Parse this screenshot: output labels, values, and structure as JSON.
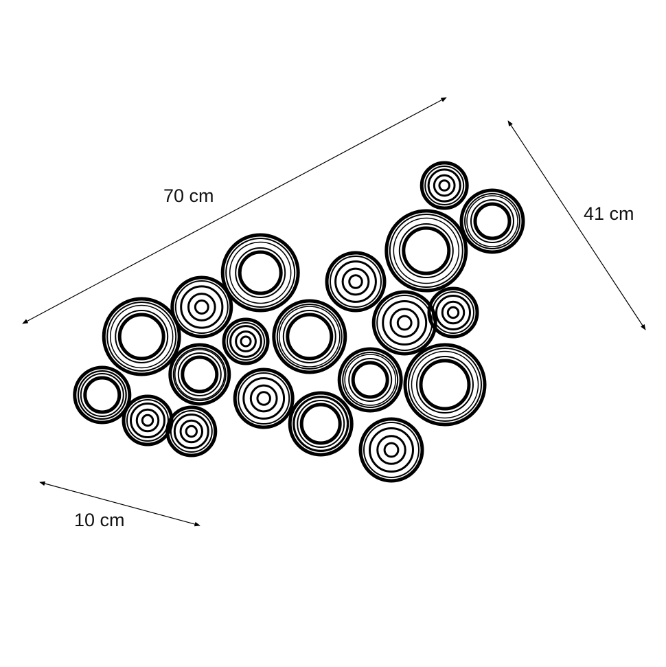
{
  "dimensions": {
    "length_label": "70 cm",
    "height_label": "41 cm",
    "depth_label": "10 cm"
  },
  "colors": {
    "ink": "#000000",
    "background": "#ffffff"
  }
}
